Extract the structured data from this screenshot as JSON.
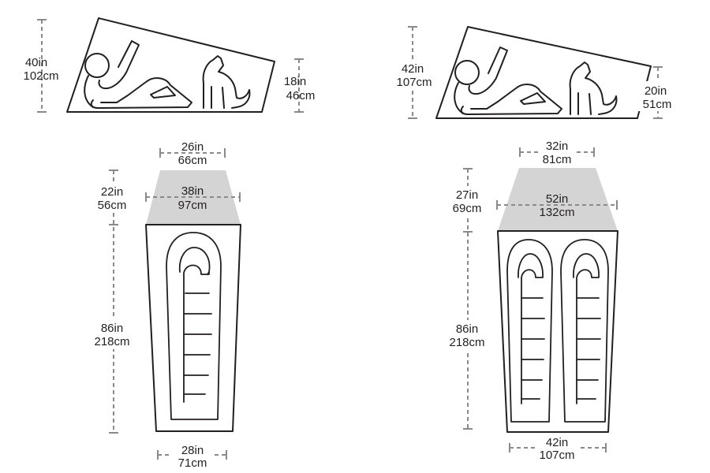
{
  "tents": [
    {
      "side": {
        "height_high": [
          "40in",
          "102cm"
        ],
        "height_low": [
          "18in",
          "46cm"
        ]
      },
      "floor": {
        "head_width": [
          "26in",
          "66cm"
        ],
        "vestibule_width": [
          "38in",
          "97cm"
        ],
        "vestibule_depth": [
          "22in",
          "56cm"
        ],
        "length": [
          "86in",
          "218cm"
        ],
        "foot_width": [
          "28in",
          "71cm"
        ]
      },
      "sleeping_bags": 1
    },
    {
      "side": {
        "height_high": [
          "42in",
          "107cm"
        ],
        "height_low": [
          "20in",
          "51cm"
        ]
      },
      "floor": {
        "head_width": [
          "32in",
          "81cm"
        ],
        "vestibule_width": [
          "52in",
          "132cm"
        ],
        "vestibule_depth": [
          "27in",
          "69cm"
        ],
        "length": [
          "86in",
          "218cm"
        ],
        "foot_width": [
          "42in",
          "107cm"
        ]
      },
      "sleeping_bags": 2
    }
  ]
}
